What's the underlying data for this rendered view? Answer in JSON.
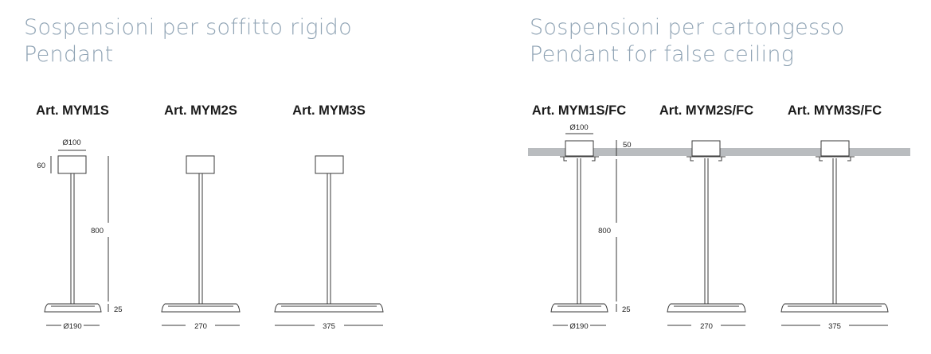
{
  "sections": [
    {
      "title_it": "Sospensioni per soffitto rigido",
      "title_en": "Pendant"
    },
    {
      "title_it": "Sospensioni per cartongesso",
      "title_en": "Pendant for false ceiling"
    }
  ],
  "products": [
    {
      "label": "Art. MYM1S",
      "width": "Ø190"
    },
    {
      "label": "Art. MYM2S",
      "width": "270"
    },
    {
      "label": "Art. MYM3S",
      "width": "375"
    },
    {
      "label": "Art. MYM1S/FC",
      "width": "Ø190"
    },
    {
      "label": "Art. MYM2S/FC",
      "width": "270"
    },
    {
      "label": "Art. MYM3S/FC",
      "width": "375"
    }
  ],
  "dimensions": {
    "canopy_diameter": "Ø100",
    "canopy_height": "60",
    "stem_length": "800",
    "base_height": "25",
    "ceiling_thickness": "50"
  },
  "colors": {
    "title": "#8fa3b4",
    "line": "#3a3a3a",
    "ceiling": "#b9bcbf"
  }
}
